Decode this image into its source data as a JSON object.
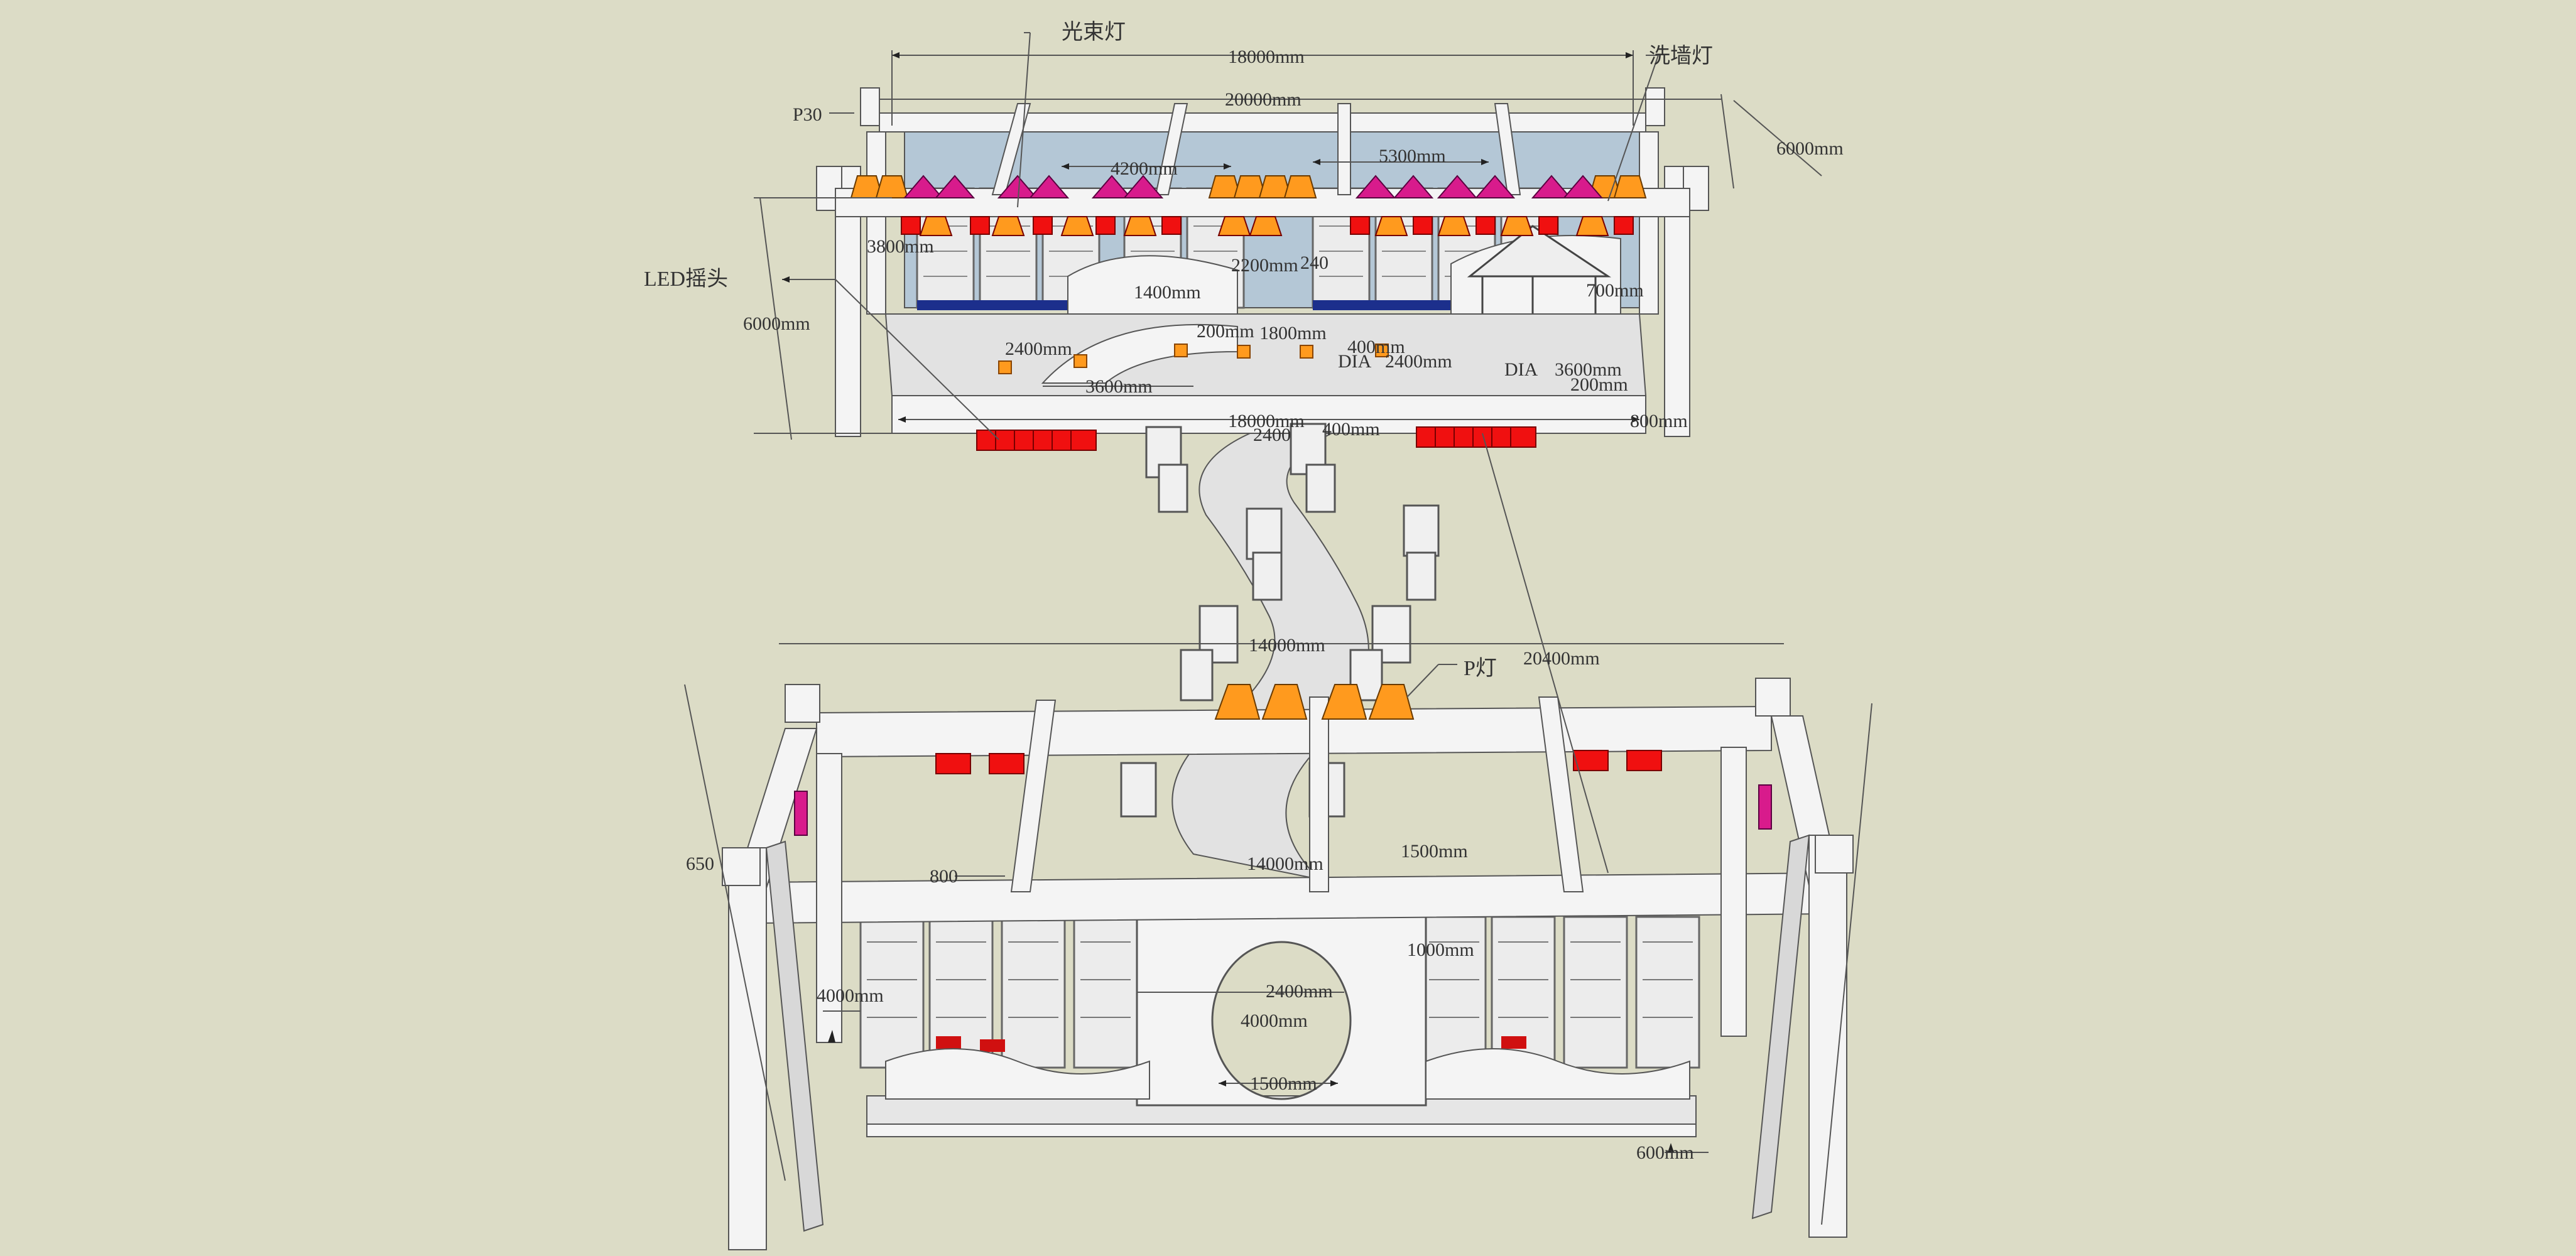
{
  "colors": {
    "background": "#dcdcc6",
    "structure": "#f4f4f4",
    "structure_shade": "#d8d8d8",
    "outline": "#555555",
    "beam_light": "#ff9a1e",
    "wash_light": "#d81b8c",
    "led_head": "#f01010",
    "backdrop_blue": "#b4c7d6",
    "floor": "#e2e2e2",
    "dim_line": "#555555"
  },
  "labels": {
    "beam_light": "光束灯",
    "wash_light": "洗墙灯",
    "led_moving_head": "LED摇头",
    "p_light": "P灯",
    "p30": "P30",
    "dia_1": "DIA",
    "dia_2": "DIA"
  },
  "dimensions": {
    "d18000_top": "18000mm",
    "d20000": "20000mm",
    "d6000_right": "6000mm",
    "d4200": "4200mm",
    "d5300": "5300mm",
    "d3800": "3800mm",
    "d6000_left": "6000mm",
    "d2200": "2200mm",
    "d1400": "1400mm",
    "d2400_a": "2400mm",
    "d1800": "1800mm",
    "d400_a": "400mm",
    "d2400_b": "2400mm",
    "d3600": "3600mm",
    "d3600_b": "3600mm",
    "d200": "200mm",
    "d18000_mid": "18000mm",
    "d2400_c": "2400",
    "d400_b": "400mm",
    "d800": "800mm",
    "d14000": "14000mm",
    "d20400": "20400mm",
    "d650": "650",
    "d14000_b": "14000mm",
    "d1500_a": "1500mm",
    "d1000": "1000mm",
    "d4000": "4000mm",
    "d2400_d": "2400mm",
    "d4000_b": "4000mm",
    "d1500_b": "1500mm",
    "d600": "600mm",
    "d700": "700mm",
    "d800_b": "800",
    "d240": "240",
    "d200_b": "200mm"
  }
}
